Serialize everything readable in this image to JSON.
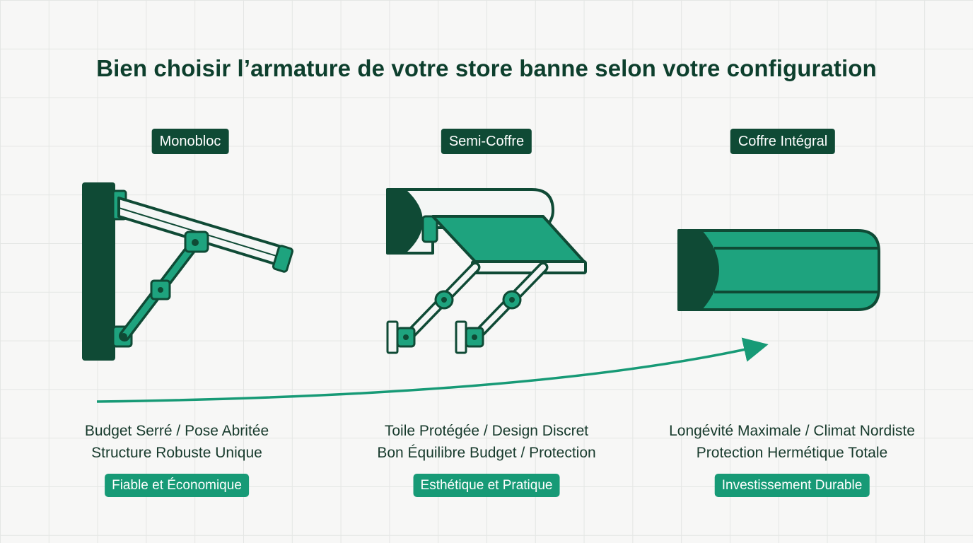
{
  "title": "Bien choisir l’armature de votre store banne selon votre configuration",
  "options": [
    {
      "name": "Monobloc",
      "line1": "Budget Serré / Pose Abritée",
      "line2": "Structure Robuste Unique",
      "badge": "Fiable et Économique"
    },
    {
      "name": "Semi-Coffre",
      "line1": "Toile Protégée / Design Discret",
      "line2": "Bon Équilibre Budget / Protection",
      "badge": "Esthétique et Pratique"
    },
    {
      "name": "Coffre Intégral",
      "line1": "Longévité Maximale / Climat Nordiste",
      "line2": "Protection Hermétique Totale",
      "badge": "Investissement Durable"
    }
  ],
  "colors": {
    "dark_green": "#0f4a35",
    "accent_green": "#179a76",
    "fabric_green": "#1ea37e",
    "background": "#f7f7f6"
  },
  "icons": [
    "monobloc-awning-icon",
    "semi-coffre-awning-icon",
    "coffre-integral-awning-icon",
    "progression-arrow-icon"
  ]
}
